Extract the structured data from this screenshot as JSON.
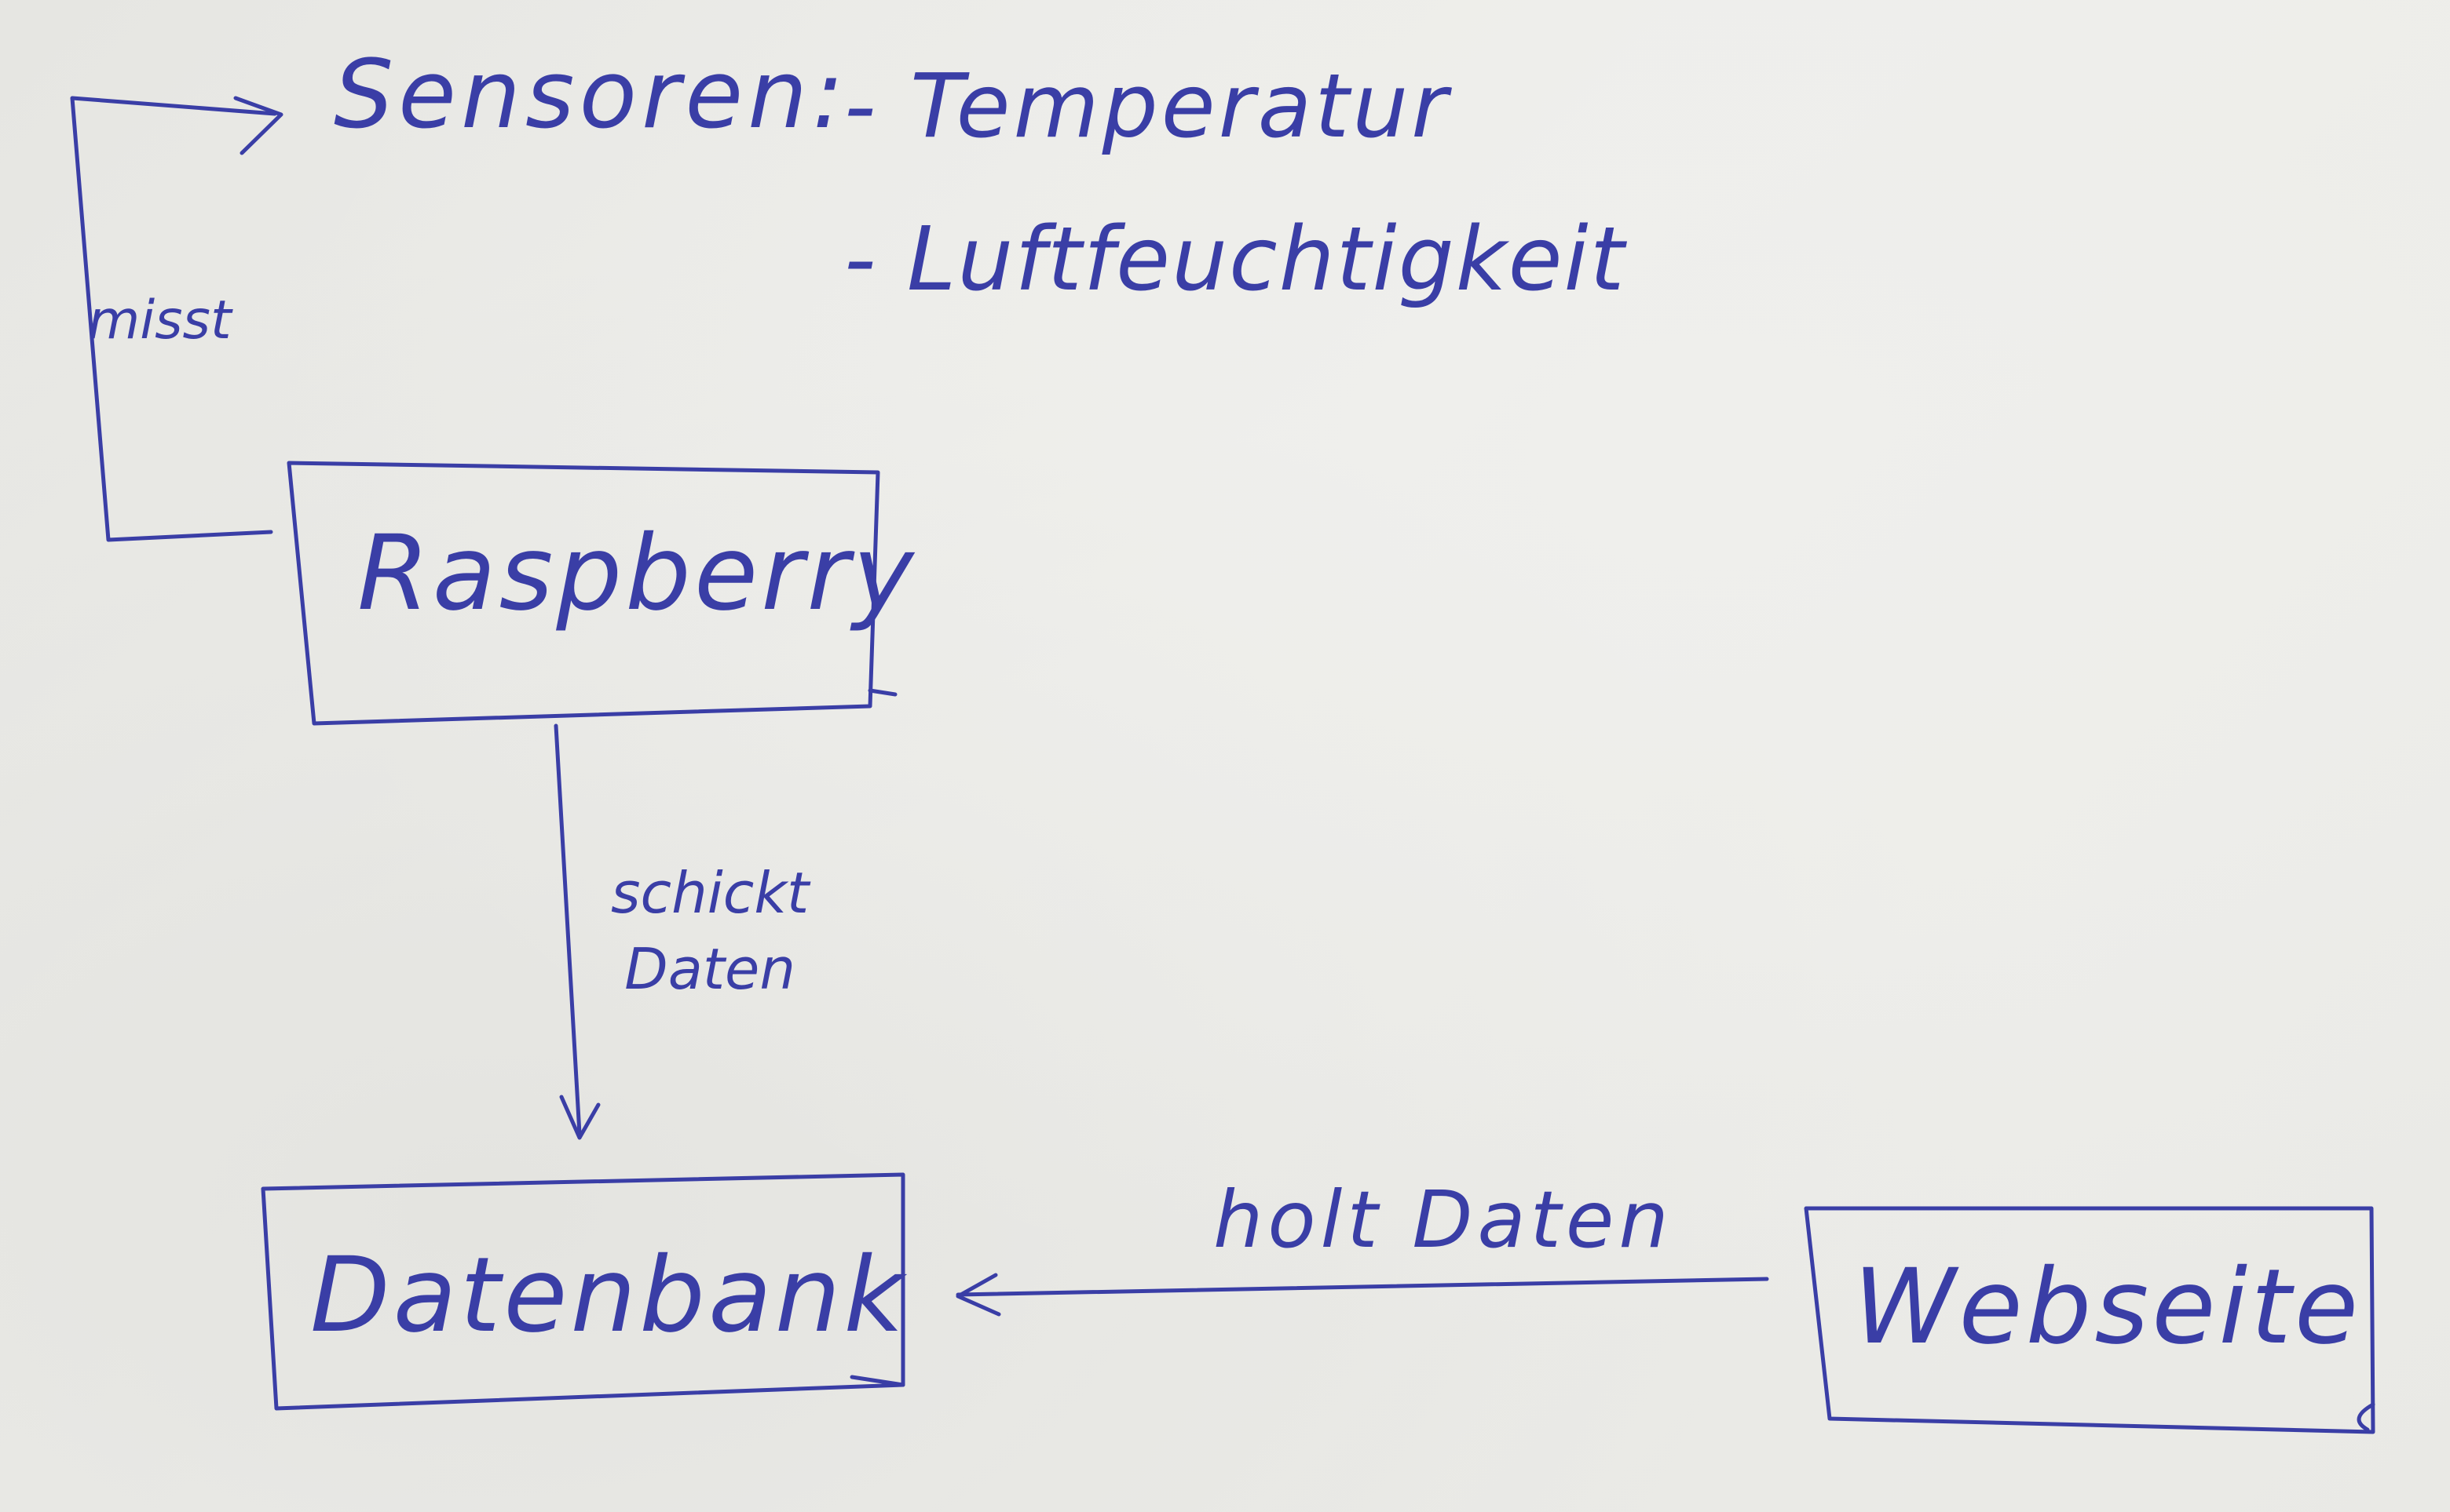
{
  "diagram": {
    "sensors": {
      "label": "Sensoren:",
      "items": [
        "- Temperatur",
        "- Luftfeuchtigkeit"
      ]
    },
    "nodes": {
      "raspberry": "Raspberry",
      "datenbank": "Datenbank",
      "webseite": "Webseite"
    },
    "edges": {
      "misst": "misst",
      "schickt_daten": [
        "schickt",
        "Daten"
      ],
      "holt_daten": "holt Daten"
    },
    "colors": {
      "ink": "#3a3ea6",
      "paper": "#ebebe8"
    }
  }
}
